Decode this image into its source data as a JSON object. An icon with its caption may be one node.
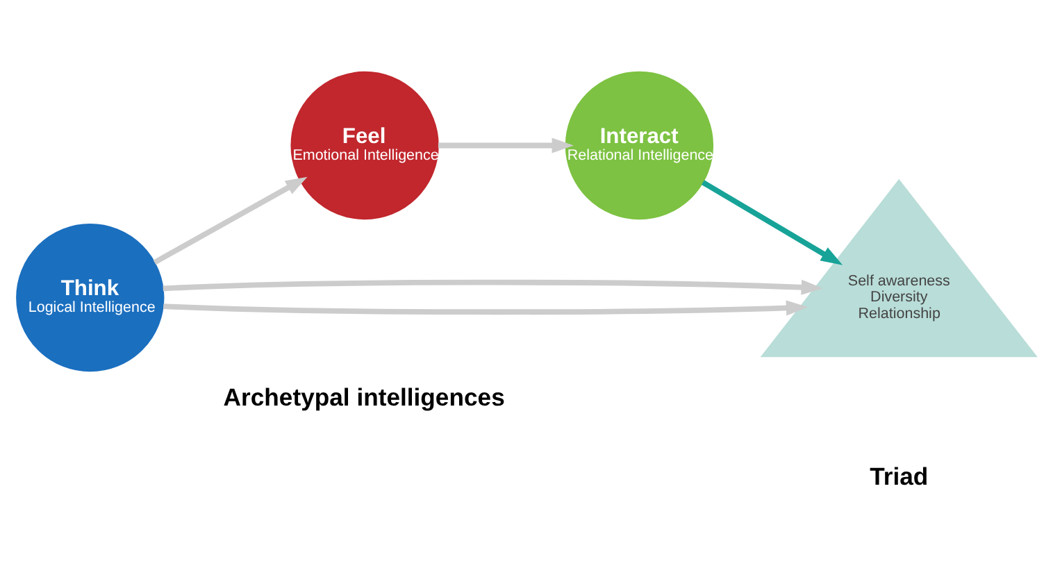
{
  "diagram": {
    "nodes": [
      {
        "text": [
          "Think",
          "Logical Intelligence"
        ]
      },
      {
        "text": [
          "Feel",
          "Emotional Intelligence"
        ]
      },
      {
        "text": [
          "Interact",
          "Relational Intelligence"
        ]
      },
      {
        "text": [
          "Self awareness",
          "Diversity",
          "Relationship"
        ]
      }
    ],
    "edges": [
      {
        "from": 0,
        "to": 3,
        "arrow": "to"
      },
      {
        "from": 0,
        "to": 1,
        "arrow": "to"
      },
      {
        "from": 1,
        "to": 2,
        "arrow": "to"
      },
      {
        "from": 2,
        "to": 3,
        "arrow": "to",
        "color": "#17a398"
      },
      {
        "from": 0,
        "to": 3,
        "arrow": "to"
      }
    ],
    "labels": [
      "Archetypal intelligences",
      "Triad"
    ]
  }
}
